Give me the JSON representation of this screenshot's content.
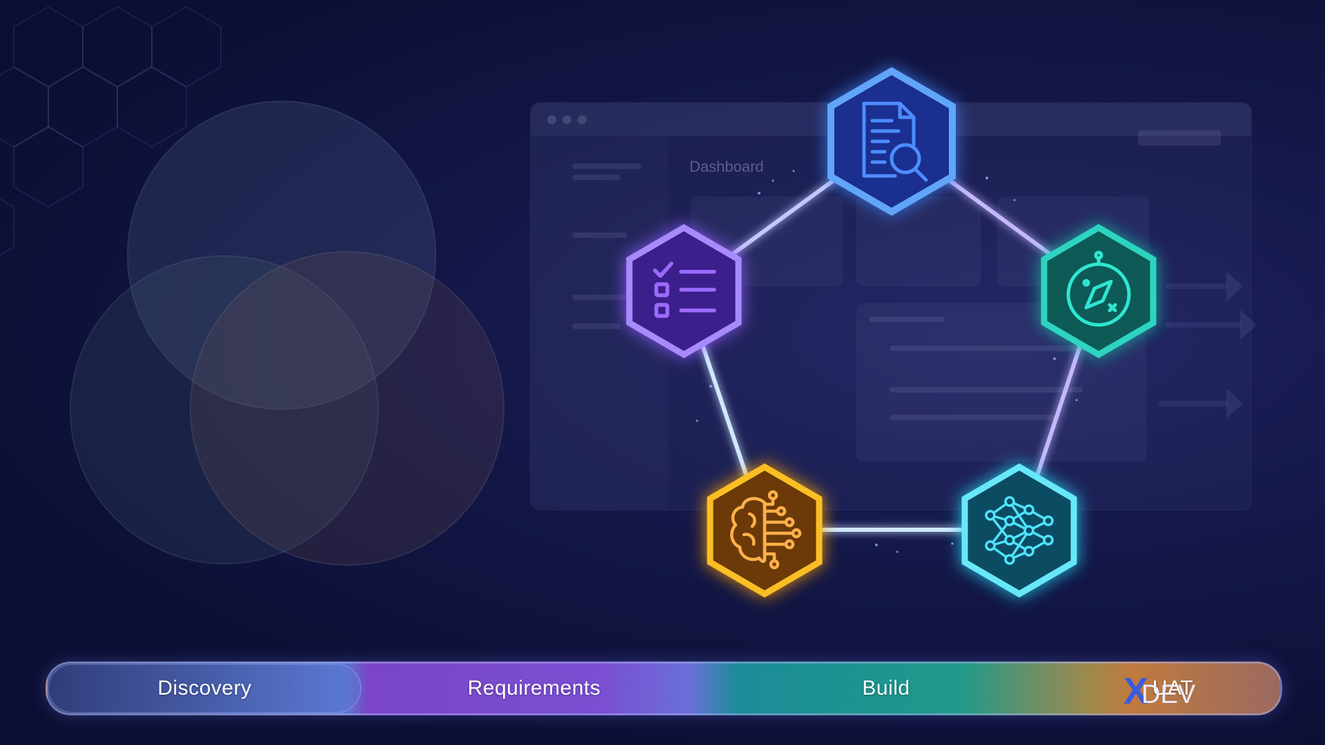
{
  "ghost_dashboard": {
    "title": "Dashboard"
  },
  "stages": [
    {
      "label": "Discovery"
    },
    {
      "label": "Requirements"
    },
    {
      "label": "Build"
    },
    {
      "label": "UAT"
    }
  ],
  "nodes": [
    {
      "id": "top",
      "icon": "document-search-icon",
      "color": "#3b82f6"
    },
    {
      "id": "right",
      "icon": "compass-icon",
      "color": "#14b8a6"
    },
    {
      "id": "bottom-right",
      "icon": "neural-network-icon",
      "color": "#22d3ee"
    },
    {
      "id": "bottom-left",
      "icon": "brain-circuit-icon",
      "color": "#f59e0b"
    },
    {
      "id": "left",
      "icon": "checklist-icon",
      "color": "#8b5cf6"
    }
  ],
  "watermark": {
    "mark": "X",
    "text": "DEV"
  },
  "colors": {
    "background": "#0d1136",
    "blue": "#3b82f6",
    "purple": "#8b5cf6",
    "teal": "#14b8a6",
    "cyan": "#22d3ee",
    "orange": "#f59e0b"
  }
}
